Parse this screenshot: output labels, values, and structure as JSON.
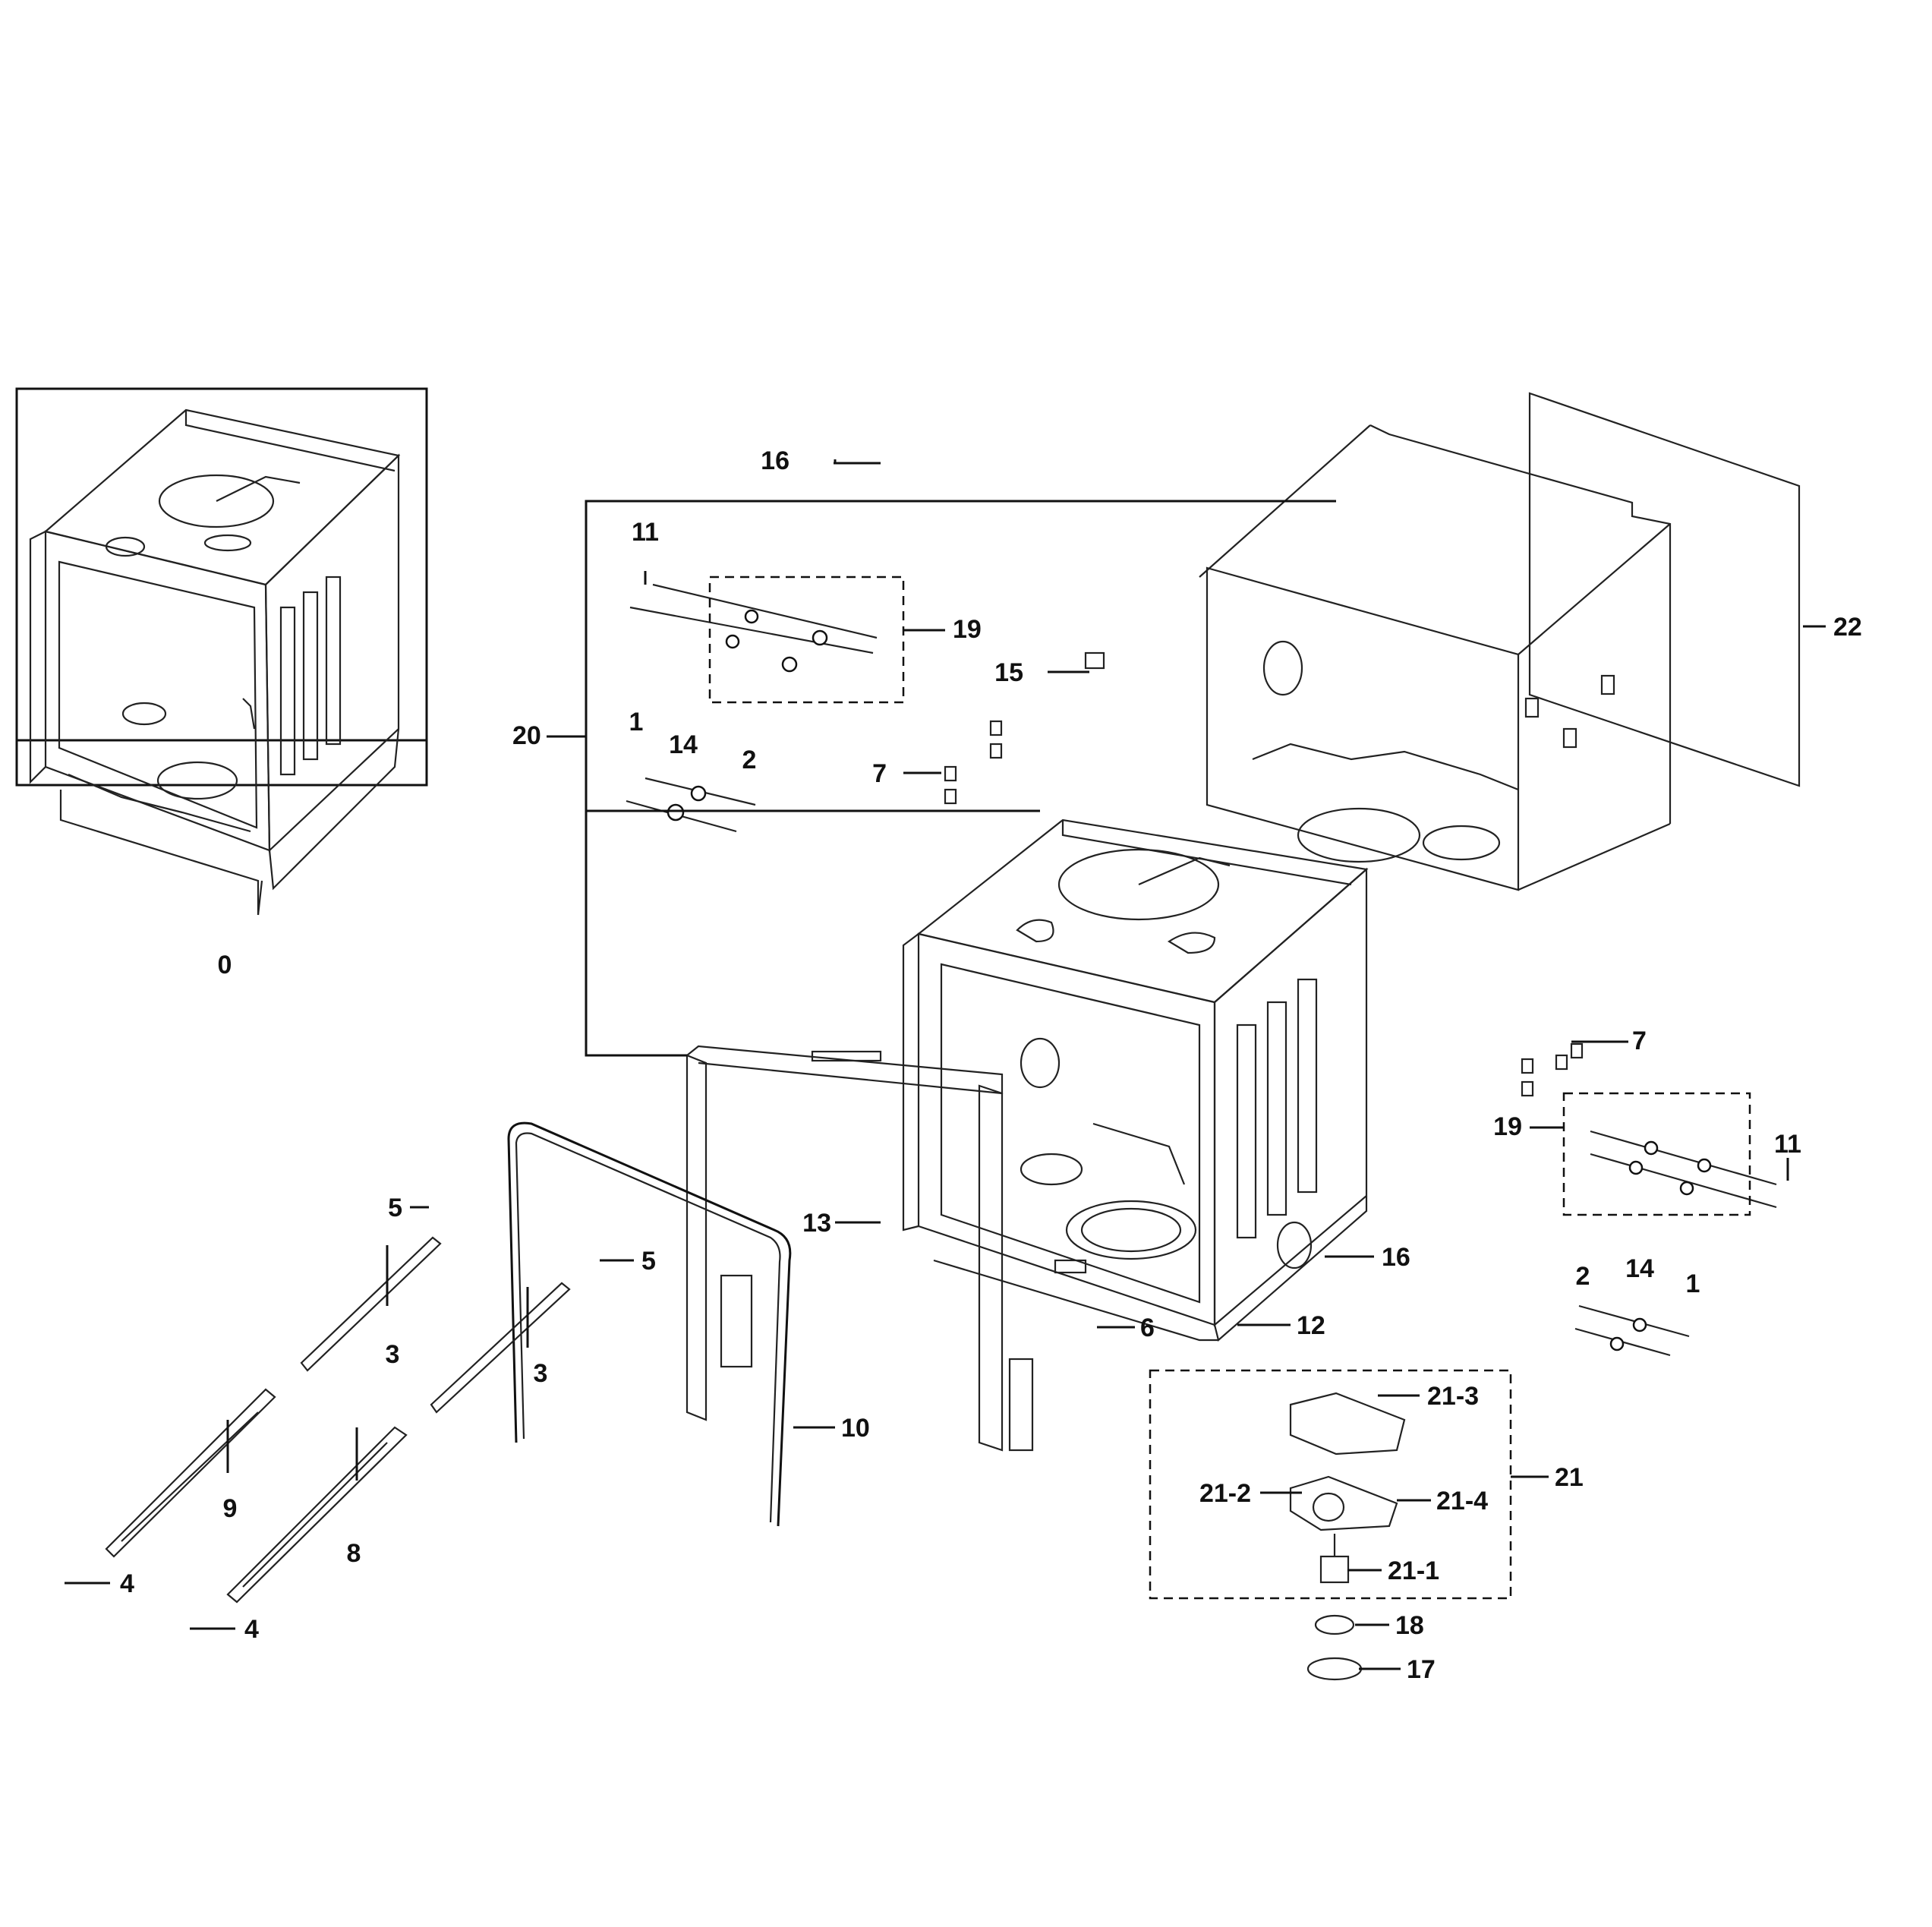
{
  "diagram": {
    "inset_label": "0",
    "callouts": {
      "c1a": "1",
      "c1b": "1",
      "c2a": "2",
      "c2b": "2",
      "c3a": "3",
      "c3b": "3",
      "c4a": "4",
      "c4b": "4",
      "c5a": "5",
      "c5b": "5",
      "c6": "6",
      "c7a": "7",
      "c7b": "7",
      "c8": "8",
      "c9": "9",
      "c10": "10",
      "c11a": "11",
      "c11b": "11",
      "c12": "12",
      "c13": "13",
      "c14a": "14",
      "c14b": "14",
      "c15": "15",
      "c16a": "16",
      "c16b": "16",
      "c17": "17",
      "c18": "18",
      "c19a": "19",
      "c19b": "19",
      "c20": "20",
      "c21": "21",
      "c21_1": "21-1",
      "c21_2": "21-2",
      "c21_3": "21-3",
      "c21_4": "21-4",
      "c22": "22"
    }
  }
}
